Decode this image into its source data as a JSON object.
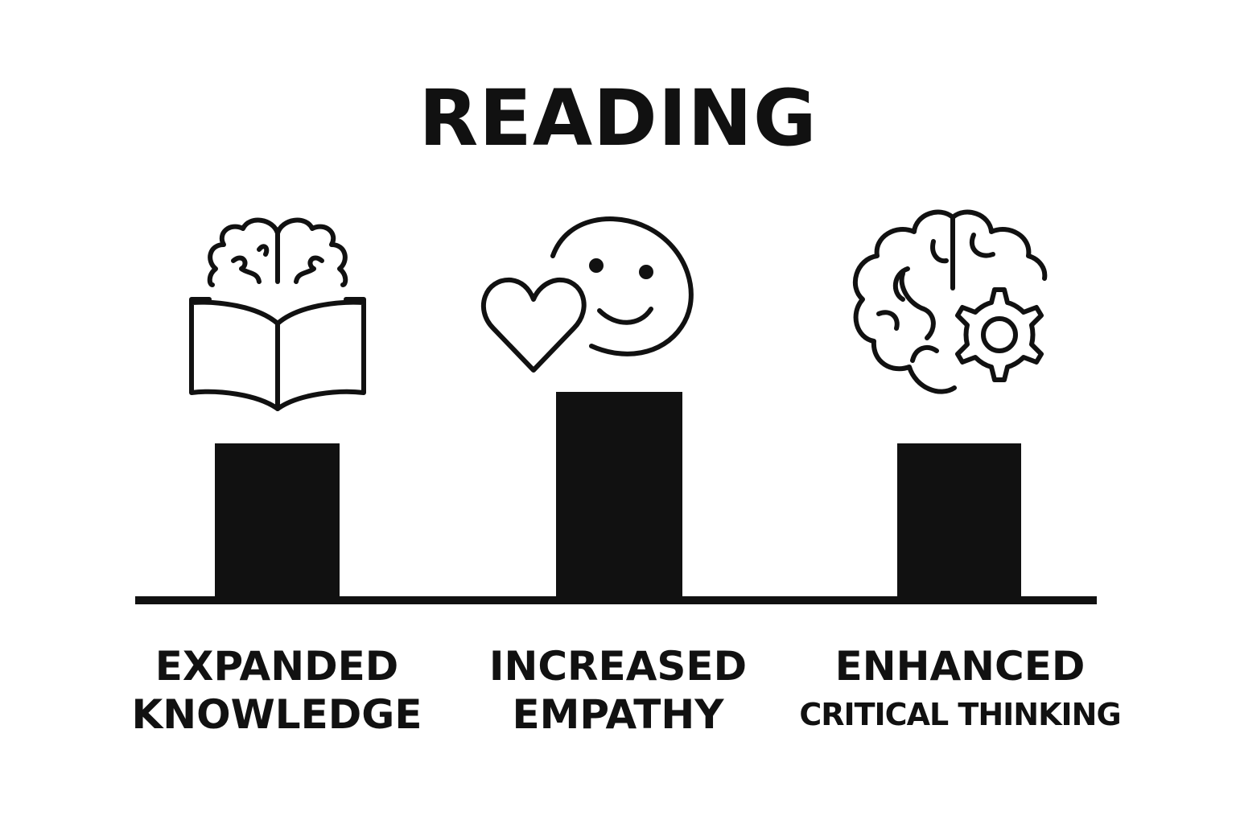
{
  "title": "READING",
  "items": [
    {
      "label_line1": "EXPANDED",
      "label_line2": "KNOWLEDGE",
      "icon": "brain-book-icon"
    },
    {
      "label_line1": "INCREASED",
      "label_line2": "EMPATHY",
      "icon": "heart-smiley-icon"
    },
    {
      "label_line1": "ENHANCED",
      "label_line2": "CRITICAL THINKING",
      "icon": "brain-gear-icon"
    }
  ],
  "colors": {
    "ink": "#111111",
    "background": "#ffffff"
  }
}
